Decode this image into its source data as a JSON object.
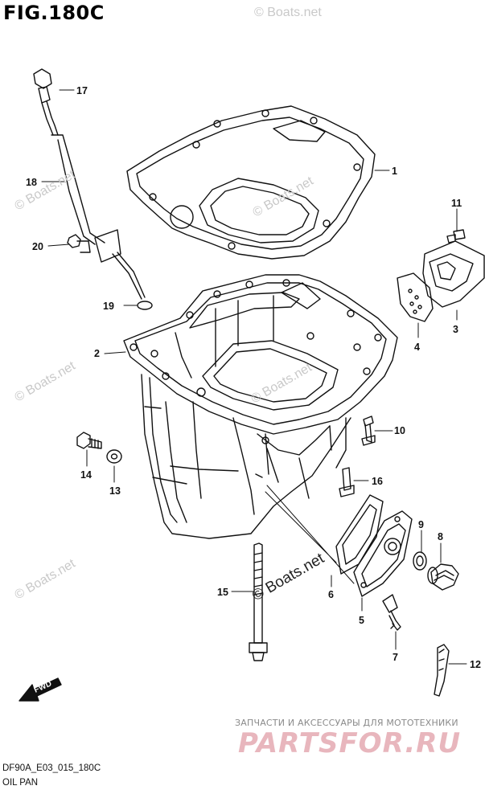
{
  "figure": {
    "title": "FIG.180C",
    "code": "DF90A_E03_015_180C",
    "name": "OIL PAN"
  },
  "callouts": [
    {
      "id": "callout-1",
      "label": "1"
    },
    {
      "id": "callout-2",
      "label": "2"
    },
    {
      "id": "callout-3",
      "label": "3"
    },
    {
      "id": "callout-4",
      "label": "4"
    },
    {
      "id": "callout-5",
      "label": "5"
    },
    {
      "id": "callout-6",
      "label": "6"
    },
    {
      "id": "callout-7",
      "label": "7"
    },
    {
      "id": "callout-8",
      "label": "8"
    },
    {
      "id": "callout-9",
      "label": "9"
    },
    {
      "id": "callout-10",
      "label": "10"
    },
    {
      "id": "callout-11",
      "label": "11"
    },
    {
      "id": "callout-12",
      "label": "12"
    },
    {
      "id": "callout-13",
      "label": "13"
    },
    {
      "id": "callout-14",
      "label": "14"
    },
    {
      "id": "callout-15",
      "label": "15"
    },
    {
      "id": "callout-16",
      "label": "16"
    },
    {
      "id": "callout-17",
      "label": "17"
    },
    {
      "id": "callout-18",
      "label": "18"
    },
    {
      "id": "callout-19",
      "label": "19"
    },
    {
      "id": "callout-20",
      "label": "20"
    }
  ],
  "fwd_label": "FWD",
  "watermark": "© Boats.net",
  "banner": {
    "text": "ЗАПЧАСТИ И АКСЕССУАРЫ ДЛЯ МОТОТЕХНИКИ",
    "logo": "PARTSFOR.RU"
  },
  "colors": {
    "line": "#111111",
    "watermark": "#c9c9c9",
    "logo": "#e8b6bd"
  }
}
